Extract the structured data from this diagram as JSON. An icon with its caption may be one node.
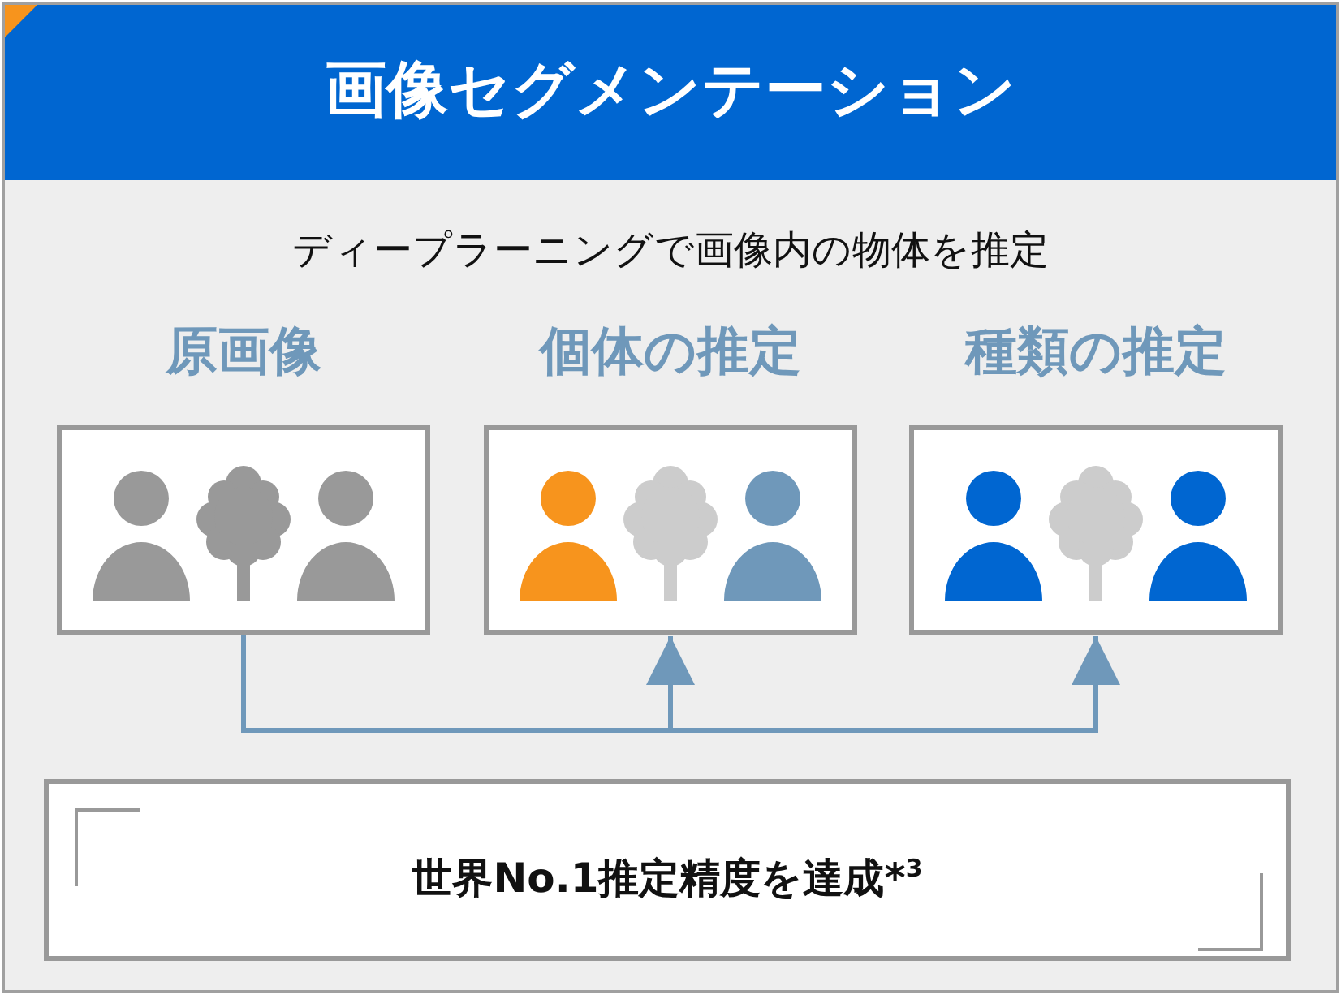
{
  "diagram": {
    "title": "画像セグメンテーション",
    "nodes": [
      {
        "text": [
          "原画像"
        ]
      },
      {
        "text": [
          "個体の推定"
        ]
      },
      {
        "text": [
          "種類の推定"
        ]
      },
      {
        "text": [
          "世界No.1推定精度を達成*$^{3}$"
        ]
      }
    ],
    "edges": [
      {
        "from": 0,
        "to": 1,
        "arrow": "to"
      },
      {
        "from": 0,
        "to": 2,
        "arrow": "to"
      }
    ],
    "labels": [
      "ディープラーニングで画像内の物体を推定"
    ]
  }
}
